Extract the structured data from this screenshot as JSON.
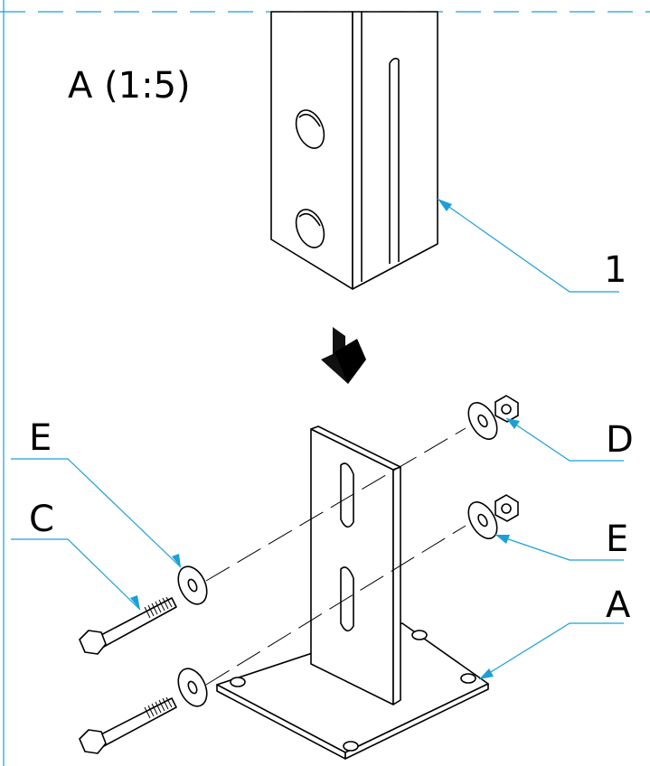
{
  "view_title": "A (1:5)",
  "callouts": {
    "post": "1",
    "nut": "D",
    "washer_right": "E",
    "base": "A",
    "washer_left": "E",
    "bolt": "C"
  },
  "colors": {
    "line": "#000000",
    "leader": "#1aa0d6",
    "frame": "#1aa0d6",
    "background": "#ffffff"
  }
}
